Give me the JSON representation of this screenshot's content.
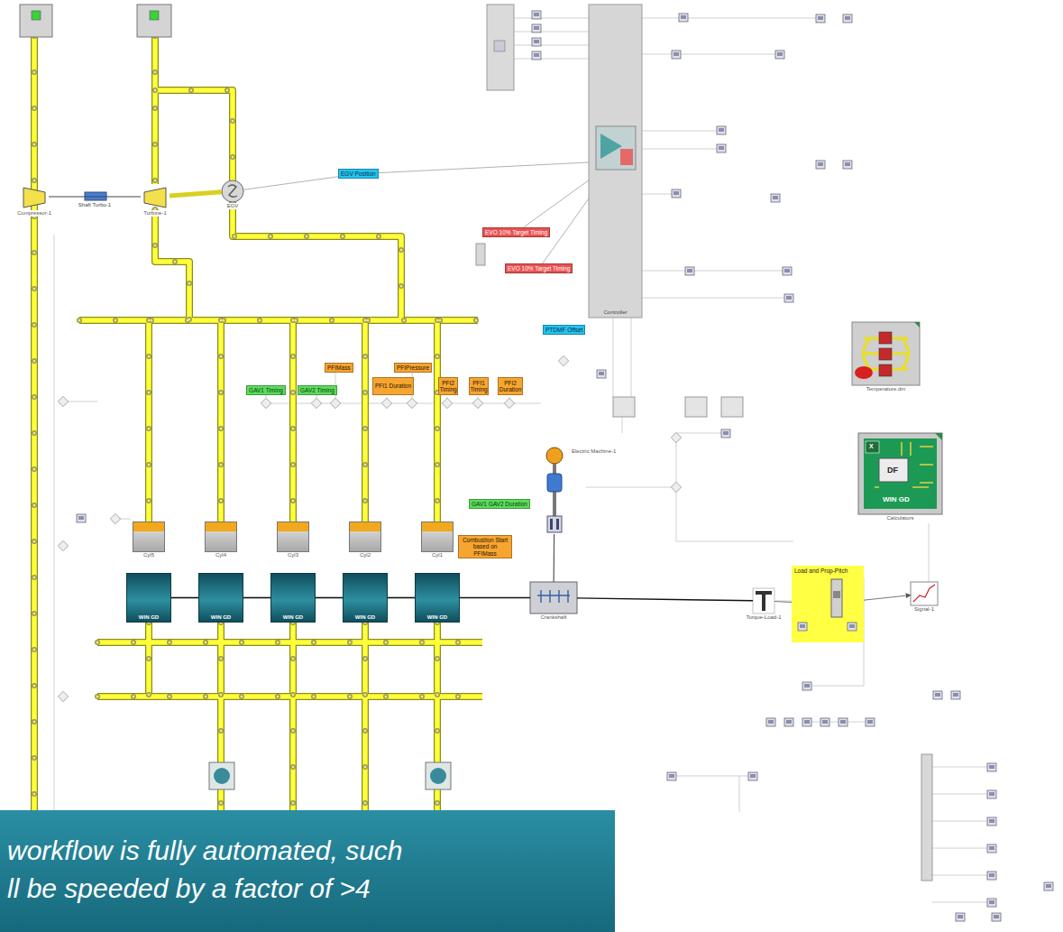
{
  "diagram": {
    "caption": "workflow is fully automated, such ll be speeded by a factor of >4",
    "nodes": [
      {
        "text": [
          "EGV Position"
        ]
      },
      {
        "text": [
          "EVO 10% Target Timing"
        ]
      },
      {
        "text": [
          "EVO 10% Target Timing"
        ]
      },
      {
        "text": [
          "PTDMF Offset"
        ]
      },
      {
        "text": [
          "GAV1 Timing"
        ]
      },
      {
        "text": [
          "GAV2 Timing"
        ]
      },
      {
        "text": [
          "PFIMass"
        ]
      },
      {
        "text": [
          "PFIPressure"
        ]
      },
      {
        "text": [
          "PFI1 Duration"
        ]
      },
      {
        "text": [
          "PFI2 Timing"
        ]
      },
      {
        "text": [
          "PFI1 Timing"
        ]
      },
      {
        "text": [
          "PFI2 Duration"
        ]
      },
      {
        "text": [
          "GAV1 GAV2 Duration"
        ]
      },
      {
        "text": [
          "Combustion Start based on PFIMass"
        ]
      },
      {
        "text": [
          "Compressor-1"
        ]
      },
      {
        "text": [
          "Turbine-1"
        ]
      },
      {
        "text": [
          "EGV"
        ]
      },
      {
        "text": [
          "Controller"
        ]
      },
      {
        "text": [
          "Temperature.dm"
        ]
      },
      {
        "text": [
          "Calculators"
        ]
      },
      {
        "text": [
          "Cyl5"
        ]
      },
      {
        "text": [
          "Cyl4"
        ]
      },
      {
        "text": [
          "Cyl3"
        ]
      },
      {
        "text": [
          "Cyl2"
        ]
      },
      {
        "text": [
          "Cyl1"
        ]
      },
      {
        "text": [
          "WIN GD"
        ]
      },
      {
        "text": [
          "WIN GD"
        ]
      },
      {
        "text": [
          "WIN GD"
        ]
      },
      {
        "text": [
          "WIN GD"
        ]
      },
      {
        "text": [
          "WIN GD"
        ]
      },
      {
        "text": [
          "Crankshaft"
        ]
      },
      {
        "text": [
          "Electric Machine-1"
        ]
      },
      {
        "text": [
          "Torque-Load-1"
        ]
      },
      {
        "text": [
          "Load and Prop-Pitch"
        ]
      },
      {
        "text": [
          "Signal-1"
        ]
      }
    ],
    "edges": [
      {
        "from": 14,
        "to": 15,
        "arrow": "none",
        "label": "Shaft Turbo-1"
      },
      {
        "from": 16,
        "to": 15,
        "arrow": "none"
      },
      {
        "from": 16,
        "to": 0,
        "arrow": "none"
      },
      {
        "from": 0,
        "to": 17,
        "arrow": "none"
      },
      {
        "from": 1,
        "to": 17,
        "arrow": "none"
      },
      {
        "from": 2,
        "to": 17,
        "arrow": "none"
      },
      {
        "from": 25,
        "to": 26,
        "arrow": "none"
      },
      {
        "from": 26,
        "to": 27,
        "arrow": "none"
      },
      {
        "from": 27,
        "to": 28,
        "arrow": "none"
      },
      {
        "from": 28,
        "to": 29,
        "arrow": "none"
      },
      {
        "from": 29,
        "to": 30,
        "arrow": "none"
      },
      {
        "from": 31,
        "to": 30,
        "arrow": "none"
      },
      {
        "from": 30,
        "to": 32,
        "arrow": "none"
      },
      {
        "from": 32,
        "to": 33,
        "arrow": "none"
      },
      {
        "from": 33,
        "to": 34,
        "arrow": "to"
      }
    ],
    "labels": [
      "WIN GD",
      "DF",
      "X"
    ]
  }
}
